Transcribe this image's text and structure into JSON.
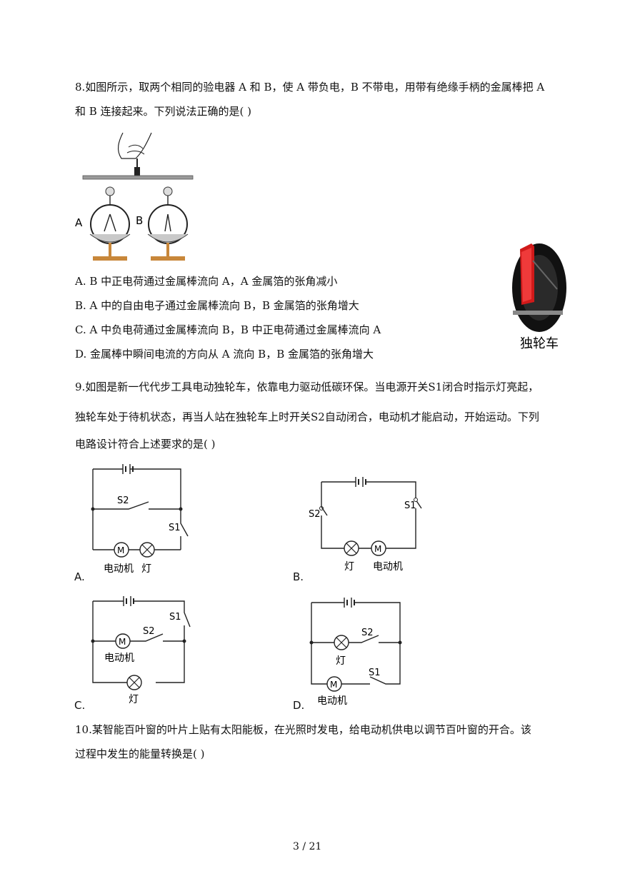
{
  "q8": {
    "line1": "8.如图所示，取两个相同的验电器 A 和 B，使 A 带负电，B 不带电，用带有绝缘手柄的金属棒把 A",
    "line2": "和 B 连接起来。下列说法正确的是(    )",
    "label_a": "A",
    "label_b": "B",
    "options": [
      "A. B 中正电荷通过金属棒流向 A，A 金属箔的张角减小",
      "B. A 中的自由电子通过金属棒流向 B，B 金属箔的张角增大",
      "C. A 中负电荷通过金属棒流向 B，B 中正电荷通过金属棒流向 A",
      "D. 金属棒中瞬间电流的方向从 A 流向 B，B 金属箔的张角增大"
    ]
  },
  "unicycle": {
    "caption": "独轮车"
  },
  "q9": {
    "line1": "9.如图是新一代代步工具电动独轮车，依靠电力驱动低碳环保。当电源开关S1闭合时指示灯亮起，",
    "line2": "独轮车处于待机状态，再当人站在独轮车上时开关S2自动闭合，电动机才能启动，开始运动。下列",
    "line3": "电路设计符合上述要求的是(    )",
    "s1": "S1",
    "s2": "S2",
    "motor_symbol": "M",
    "motor_label": "电动机",
    "lamp_label": "灯",
    "options": [
      "A.",
      "B.",
      "C.",
      "D."
    ]
  },
  "q10": {
    "line1": "10.某智能百叶窗的叶片上贴有太阳能板，在光照时发电，给电动机供电以调节百叶窗的开合。该",
    "line2": "过程中发生的能量转换是(    )"
  },
  "footer": {
    "page_number": "3 / 21"
  }
}
